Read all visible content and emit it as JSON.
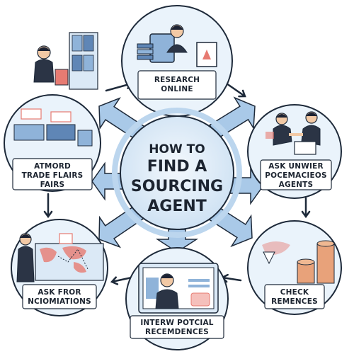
{
  "center": {
    "lines": [
      "HOW TO",
      "FIND A",
      "SOURCING",
      "AGENT"
    ]
  },
  "nodes": [
    {
      "id": "research-online",
      "lines": [
        "RESEARCH",
        "ONLINE"
      ]
    },
    {
      "id": "ask-agents",
      "lines": [
        "ASK UNWIER",
        "POCEMACIEOS",
        "AGENTS"
      ]
    },
    {
      "id": "check-references",
      "lines": [
        "CHECK",
        "REMENCES"
      ]
    },
    {
      "id": "interview-potential",
      "lines": [
        "INTERW POTCIAL",
        "RECEMDENCES"
      ]
    },
    {
      "id": "ask-nominations",
      "lines": [
        "ASK FROR",
        "NCIOMIATIONS"
      ]
    },
    {
      "id": "trade-fairs",
      "lines": [
        "ATMORD",
        "TRADE FLAIRS",
        "FAIRS"
      ]
    }
  ],
  "colors": {
    "outline": "#1e2a3a",
    "node_fill": "#eaf3fb",
    "center_fill": "#d7e8f6",
    "center_ring": "#bcd6ee",
    "arrow_fill": "#a9c9e8",
    "label_band": "#ffffff",
    "suit": "#2b3445",
    "skin": "#f2c9a5",
    "hair": "#1c2233",
    "accent_red": "#e77b72",
    "paper": "#dbe9f6",
    "box": "#8fb3d9"
  },
  "icons": [
    "person-icon",
    "laptop-icon",
    "handshake-icon",
    "coin-stack-icon",
    "world-map-icon",
    "boxes-icon"
  ]
}
